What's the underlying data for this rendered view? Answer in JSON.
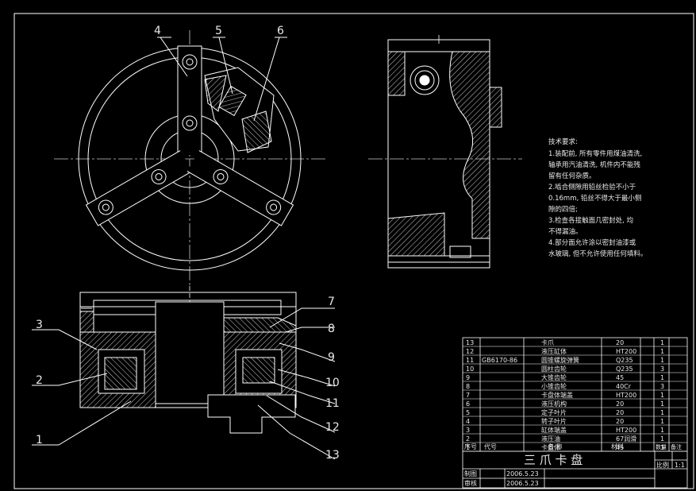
{
  "colors": {
    "background": "#000000",
    "line": "#ffffff",
    "centerline": "#cfcfcf"
  },
  "callouts_top": [
    "4",
    "5",
    "6"
  ],
  "callouts_left": [
    "3",
    "2",
    "1"
  ],
  "callouts_right": [
    "7",
    "8",
    "9",
    "10",
    "11",
    "12",
    "13"
  ],
  "tech_notes": [
    "技术要求:",
    "1.装配前, 所有零件用煤油清洗,",
    "轴承用汽油清洗, 机件内不能残",
    "留有任何杂质。",
    "2.啮合侧隙用铅丝检验不小于",
    "0.16mm, 铅丝不得大于最小侧",
    "隙的四倍;",
    "3.检查各接触面几密封处, 均",
    "不得漏油。",
    "4.部分面允许涂以密封油漆或",
    "水玻璃, 但不允许使用任何填料。"
  ],
  "bom": {
    "rows": [
      {
        "no": "13",
        "code": "",
        "name": "卡爪",
        "qty": "1",
        "material": "20",
        "count": "1"
      },
      {
        "no": "12",
        "code": "",
        "name": "液压缸体",
        "qty": "1",
        "material": "HT200",
        "count": "1"
      },
      {
        "no": "11",
        "code": "GB6170-86",
        "name": "圆锥螺旋弹簧",
        "qty": "1",
        "material": "Q235",
        "count": "1"
      },
      {
        "no": "10",
        "code": "",
        "name": "圆柱齿轮",
        "qty": "3",
        "material": "Q235",
        "count": "3"
      },
      {
        "no": "9",
        "code": "",
        "name": "大锥齿轮",
        "qty": "1",
        "material": "45",
        "count": "1"
      },
      {
        "no": "8",
        "code": "",
        "name": "小锥齿轮",
        "qty": "3",
        "material": "40Cr",
        "count": "3"
      },
      {
        "no": "7",
        "code": "",
        "name": "卡盘体端盖",
        "qty": "1",
        "material": "HT200",
        "count": "1"
      },
      {
        "no": "6",
        "code": "",
        "name": "液压机构",
        "qty": "1",
        "material": "20",
        "count": "1"
      },
      {
        "no": "5",
        "code": "",
        "name": "定子叶片",
        "qty": "1",
        "material": "20",
        "count": "1"
      },
      {
        "no": "4",
        "code": "",
        "name": "转子叶片",
        "qty": "1",
        "material": "20",
        "count": "1"
      },
      {
        "no": "3",
        "code": "",
        "name": "缸体端盖",
        "qty": "1",
        "material": "HT200",
        "count": "1"
      },
      {
        "no": "2",
        "code": "",
        "name": "液压油",
        "qty": "1",
        "material": "67润滑",
        "count": "1"
      },
      {
        "no": "1",
        "code": "",
        "name": "卡盘体",
        "qty": "1",
        "material": "45",
        "count": "1"
      }
    ],
    "header": {
      "no": "序号",
      "code": "代号",
      "name": "名  称",
      "material": "材料",
      "qty": "数量",
      "remark": "备注"
    }
  },
  "title_block": {
    "title": "三 爪 卡 盘",
    "scale_label": "比例",
    "scale_value": "1:1",
    "drawn_label": "制图",
    "drawn_date": "2006.5.23",
    "checked_label": "审核",
    "checked_date": "2006.5.23"
  }
}
